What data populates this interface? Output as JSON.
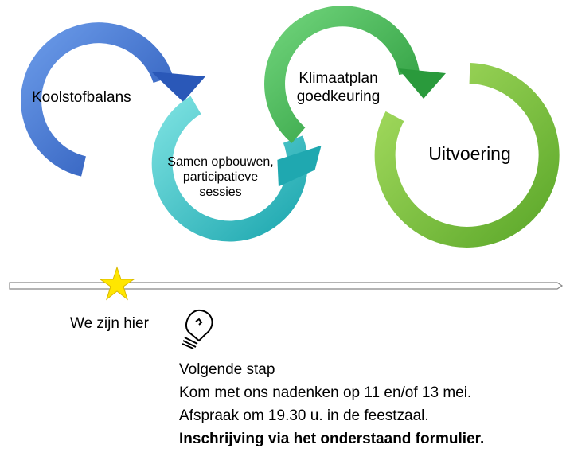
{
  "diagram": {
    "steps": [
      {
        "label": "Koolstofbalans",
        "color": "#3a6fd0"
      },
      {
        "label": "Samen opbouwen, participatieve sessies",
        "lines": [
          "Samen opbouwen,",
          "participatieve",
          "sessies"
        ],
        "color": "#36c4c8"
      },
      {
        "label": "Klimaatplan goedkeuring",
        "lines": [
          "Klimaatplan",
          "goedkeuring"
        ],
        "color": "#3db84f"
      },
      {
        "label": "Uitvoering",
        "color": "#7cc23a"
      }
    ]
  },
  "timeline": {
    "marker_label": "We zijn hier",
    "progress_fraction": 0.19
  },
  "next_step": {
    "title": "Volgende stap",
    "line1": "Kom met ons nadenken op 11 en/of 13 mei.",
    "line2": "Afspraak om 19.30 u. in de feestzaal.",
    "line3": "Inschrijving via het onderstaand formulier."
  }
}
